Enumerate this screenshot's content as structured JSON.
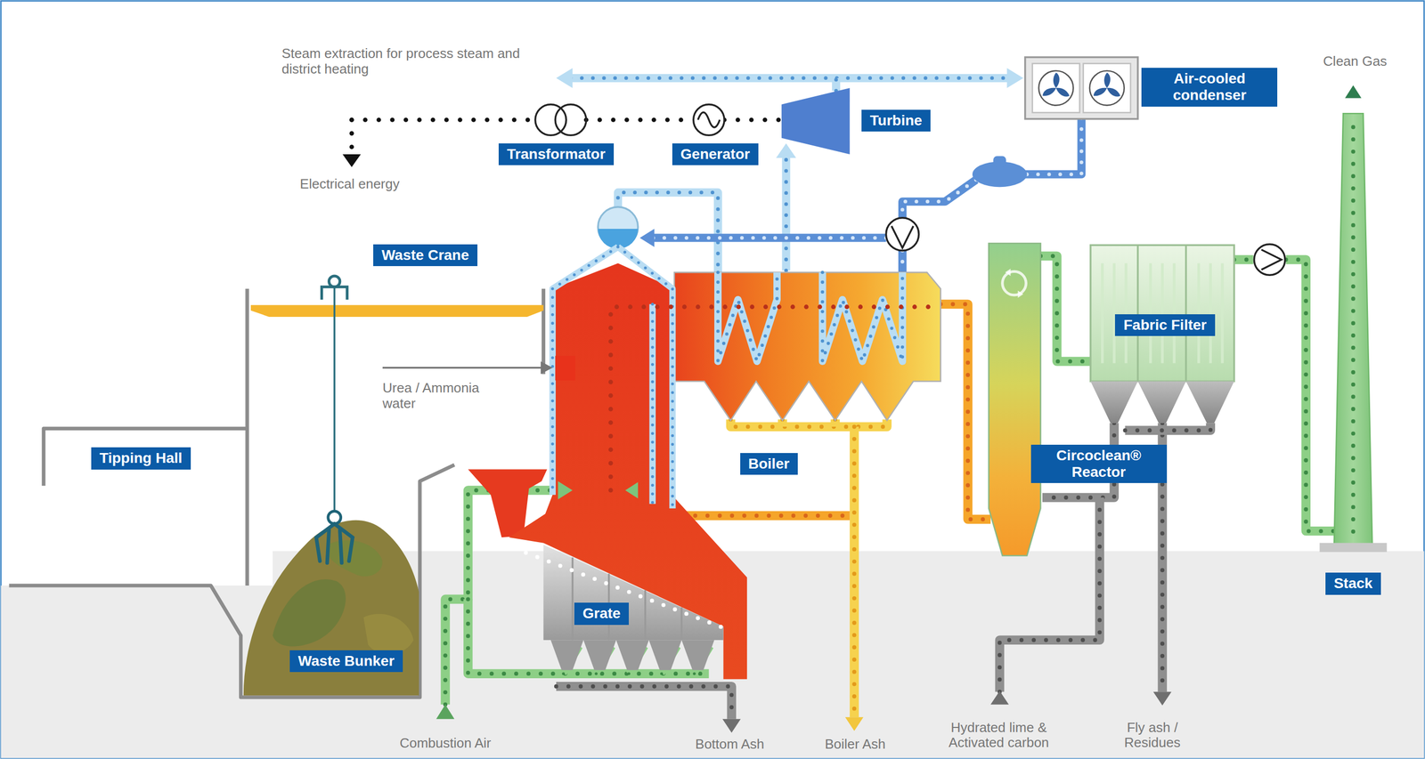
{
  "diagram": {
    "nodes": [
      {
        "text": [
          "Turbine"
        ]
      },
      {
        "text": [
          "Air-cooled condenser"
        ]
      },
      {
        "text": [
          "Transformator"
        ]
      },
      {
        "text": [
          "Generator"
        ]
      },
      {
        "text": [
          "Waste Crane"
        ]
      },
      {
        "text": [
          "Fabric Filter"
        ]
      },
      {
        "text": [
          "Tipping Hall"
        ]
      },
      {
        "text": [
          "Boiler"
        ]
      },
      {
        "text": [
          "Circoclean® Reactor"
        ]
      },
      {
        "text": [
          "Stack"
        ]
      },
      {
        "text": [
          "Grate"
        ]
      },
      {
        "text": [
          "Waste Bunker"
        ]
      }
    ],
    "labels": [
      "Steam extraction for process steam and district heating",
      "Clean Gas",
      "Electrical energy",
      "Urea / Ammonia water",
      "Combustion Air",
      "Bottom Ash",
      "Boiler Ash",
      "Hydrated lime & Activated carbon",
      "Fly ash / Residues"
    ]
  }
}
